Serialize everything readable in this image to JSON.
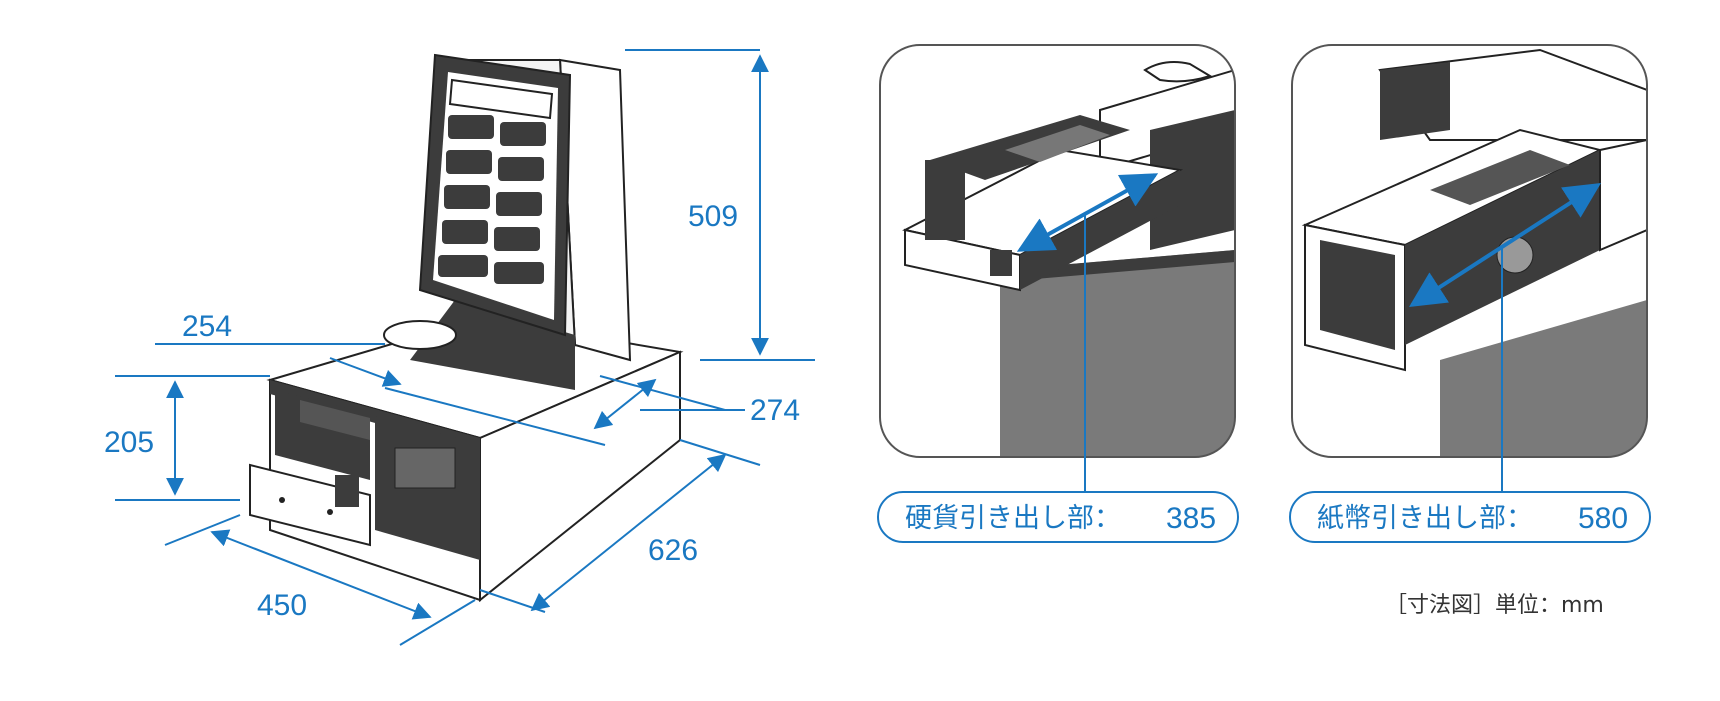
{
  "dimensions": {
    "height_total": "509",
    "depth_top": "254",
    "height_base": "205",
    "base_right": "274",
    "width": "450",
    "depth": "626"
  },
  "coin_drawer": {
    "label": "硬貨引き出し部：",
    "value": "385"
  },
  "bill_drawer": {
    "label": "紙幣引き出し部：",
    "value": "580"
  },
  "unit_note": "［寸法図］単位：mm",
  "colors": {
    "accent": "#1a78c2",
    "machine_dark": "#3c3c3c",
    "machine_light": "#ffffff",
    "panel_gray": "#7a7a7a"
  }
}
